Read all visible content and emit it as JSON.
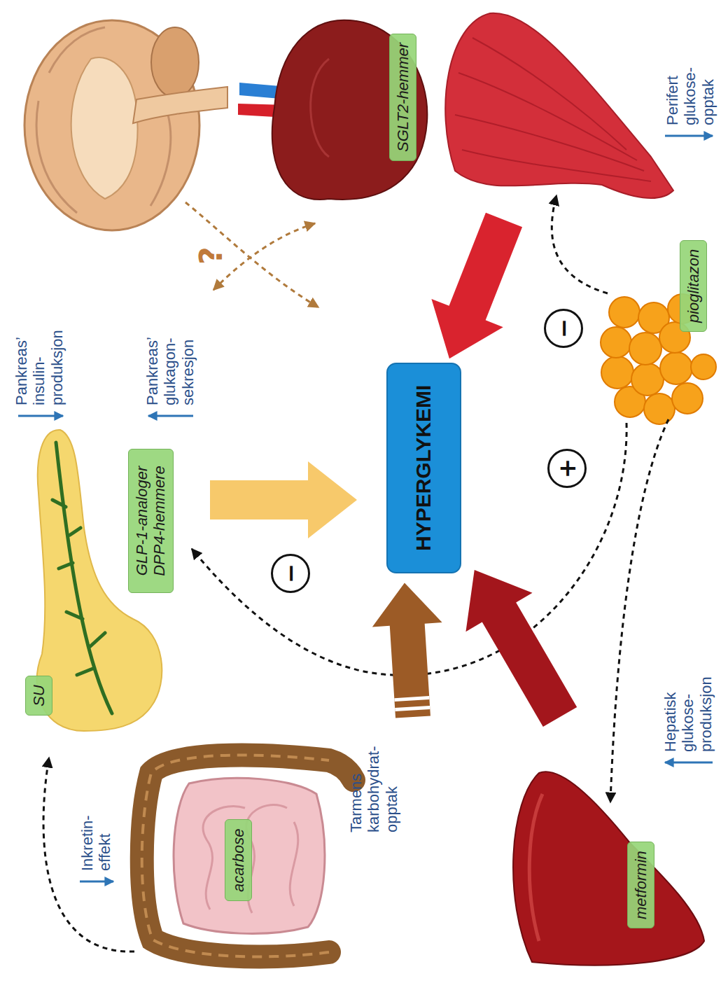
{
  "diagram": {
    "nodes": [
      {
        "text": [
          "SU"
        ]
      },
      {
        "text": [
          "GLP-1-analoger DPP4-hemmere"
        ]
      },
      {
        "text": [
          "acarbose"
        ]
      },
      {
        "text": [
          "−"
        ]
      },
      {
        "text": [
          "HYPERGLYKEMI"
        ]
      },
      {
        "text": [
          "SGLT2-hemmer"
        ]
      },
      {
        "text": [
          "−"
        ]
      },
      {
        "text": [
          "+"
        ]
      },
      {
        "text": [
          "metformin"
        ]
      },
      {
        "text": [
          "pioglitazon"
        ]
      }
    ],
    "labels": [
      "Pankreas’ insulin-produksjon",
      "Pankreas’ glukagon-sekresjon",
      "?",
      "Inkretin-effekt",
      "Tarmens karbohydrat-opptak",
      "Hepatisk glukose-produksjon",
      "Perifert glukose-opptak"
    ]
  }
}
